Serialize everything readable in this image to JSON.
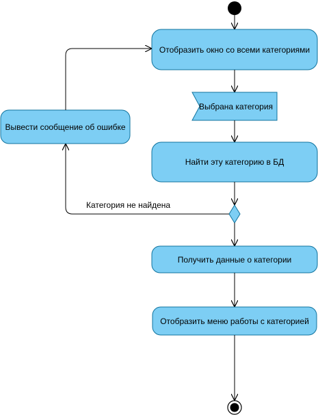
{
  "diagram": {
    "colors": {
      "node_fill": "#7dcef4",
      "node_stroke": "#10739e",
      "line": "#000000",
      "start": "#000000",
      "end": "#000000"
    },
    "nodes": {
      "show_categories": "Отобразить окно со всеми категориями",
      "category_selected": "Выбрана категория",
      "find_category": "Найти эту категорию в БД",
      "show_error": "Вывести сообщение об ошибке",
      "get_data": "Получить данные о категории",
      "show_menu": "Отобразить меню работы с категорией"
    },
    "edge_labels": {
      "not_found": "Категория не найдена"
    }
  }
}
